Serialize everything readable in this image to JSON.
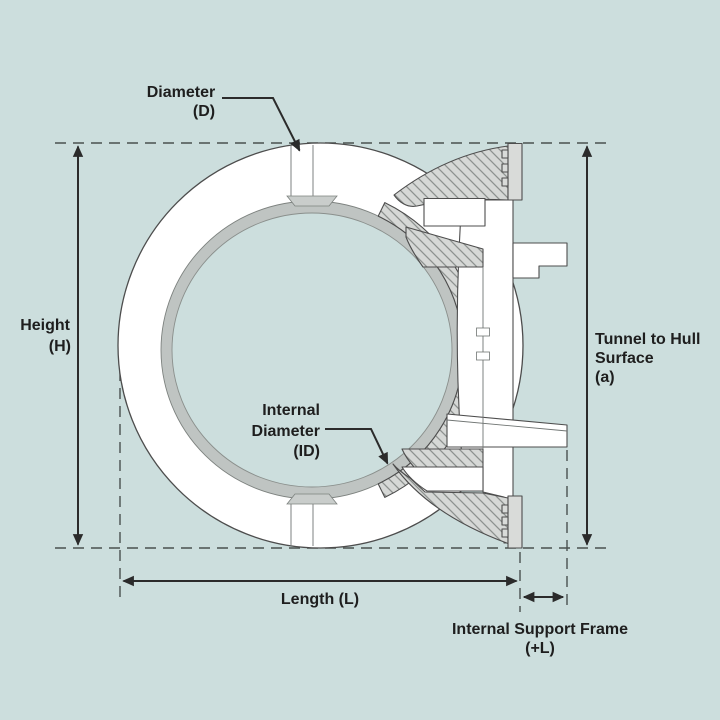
{
  "diagram": {
    "labels": {
      "diameter": {
        "line1": "Diameter",
        "line2": "(D)"
      },
      "height": {
        "line1": "Height",
        "line2": "(H)"
      },
      "internal_diameter": {
        "line1": "Internal",
        "line2": "Diameter",
        "line3": "(ID)"
      },
      "tunnel_to_hull_surface": {
        "line1": "Tunnel to Hull",
        "line2": "Surface",
        "line3": "(a)"
      },
      "length": {
        "label": "Length (L)"
      },
      "internal_support_frame": {
        "line1": "Internal Support Frame",
        "line2": "(+L)"
      }
    },
    "colors": {
      "background": "#ccdedd",
      "dimension_line": "#2b2b2b",
      "outline": "#4d4d4d",
      "part_white": "#ffffff",
      "rim_gray": "#bfc4c2",
      "hatch_fill": "#d6d8d6",
      "hatch_line": "#8d918f",
      "text": "#1e1e1e"
    }
  }
}
